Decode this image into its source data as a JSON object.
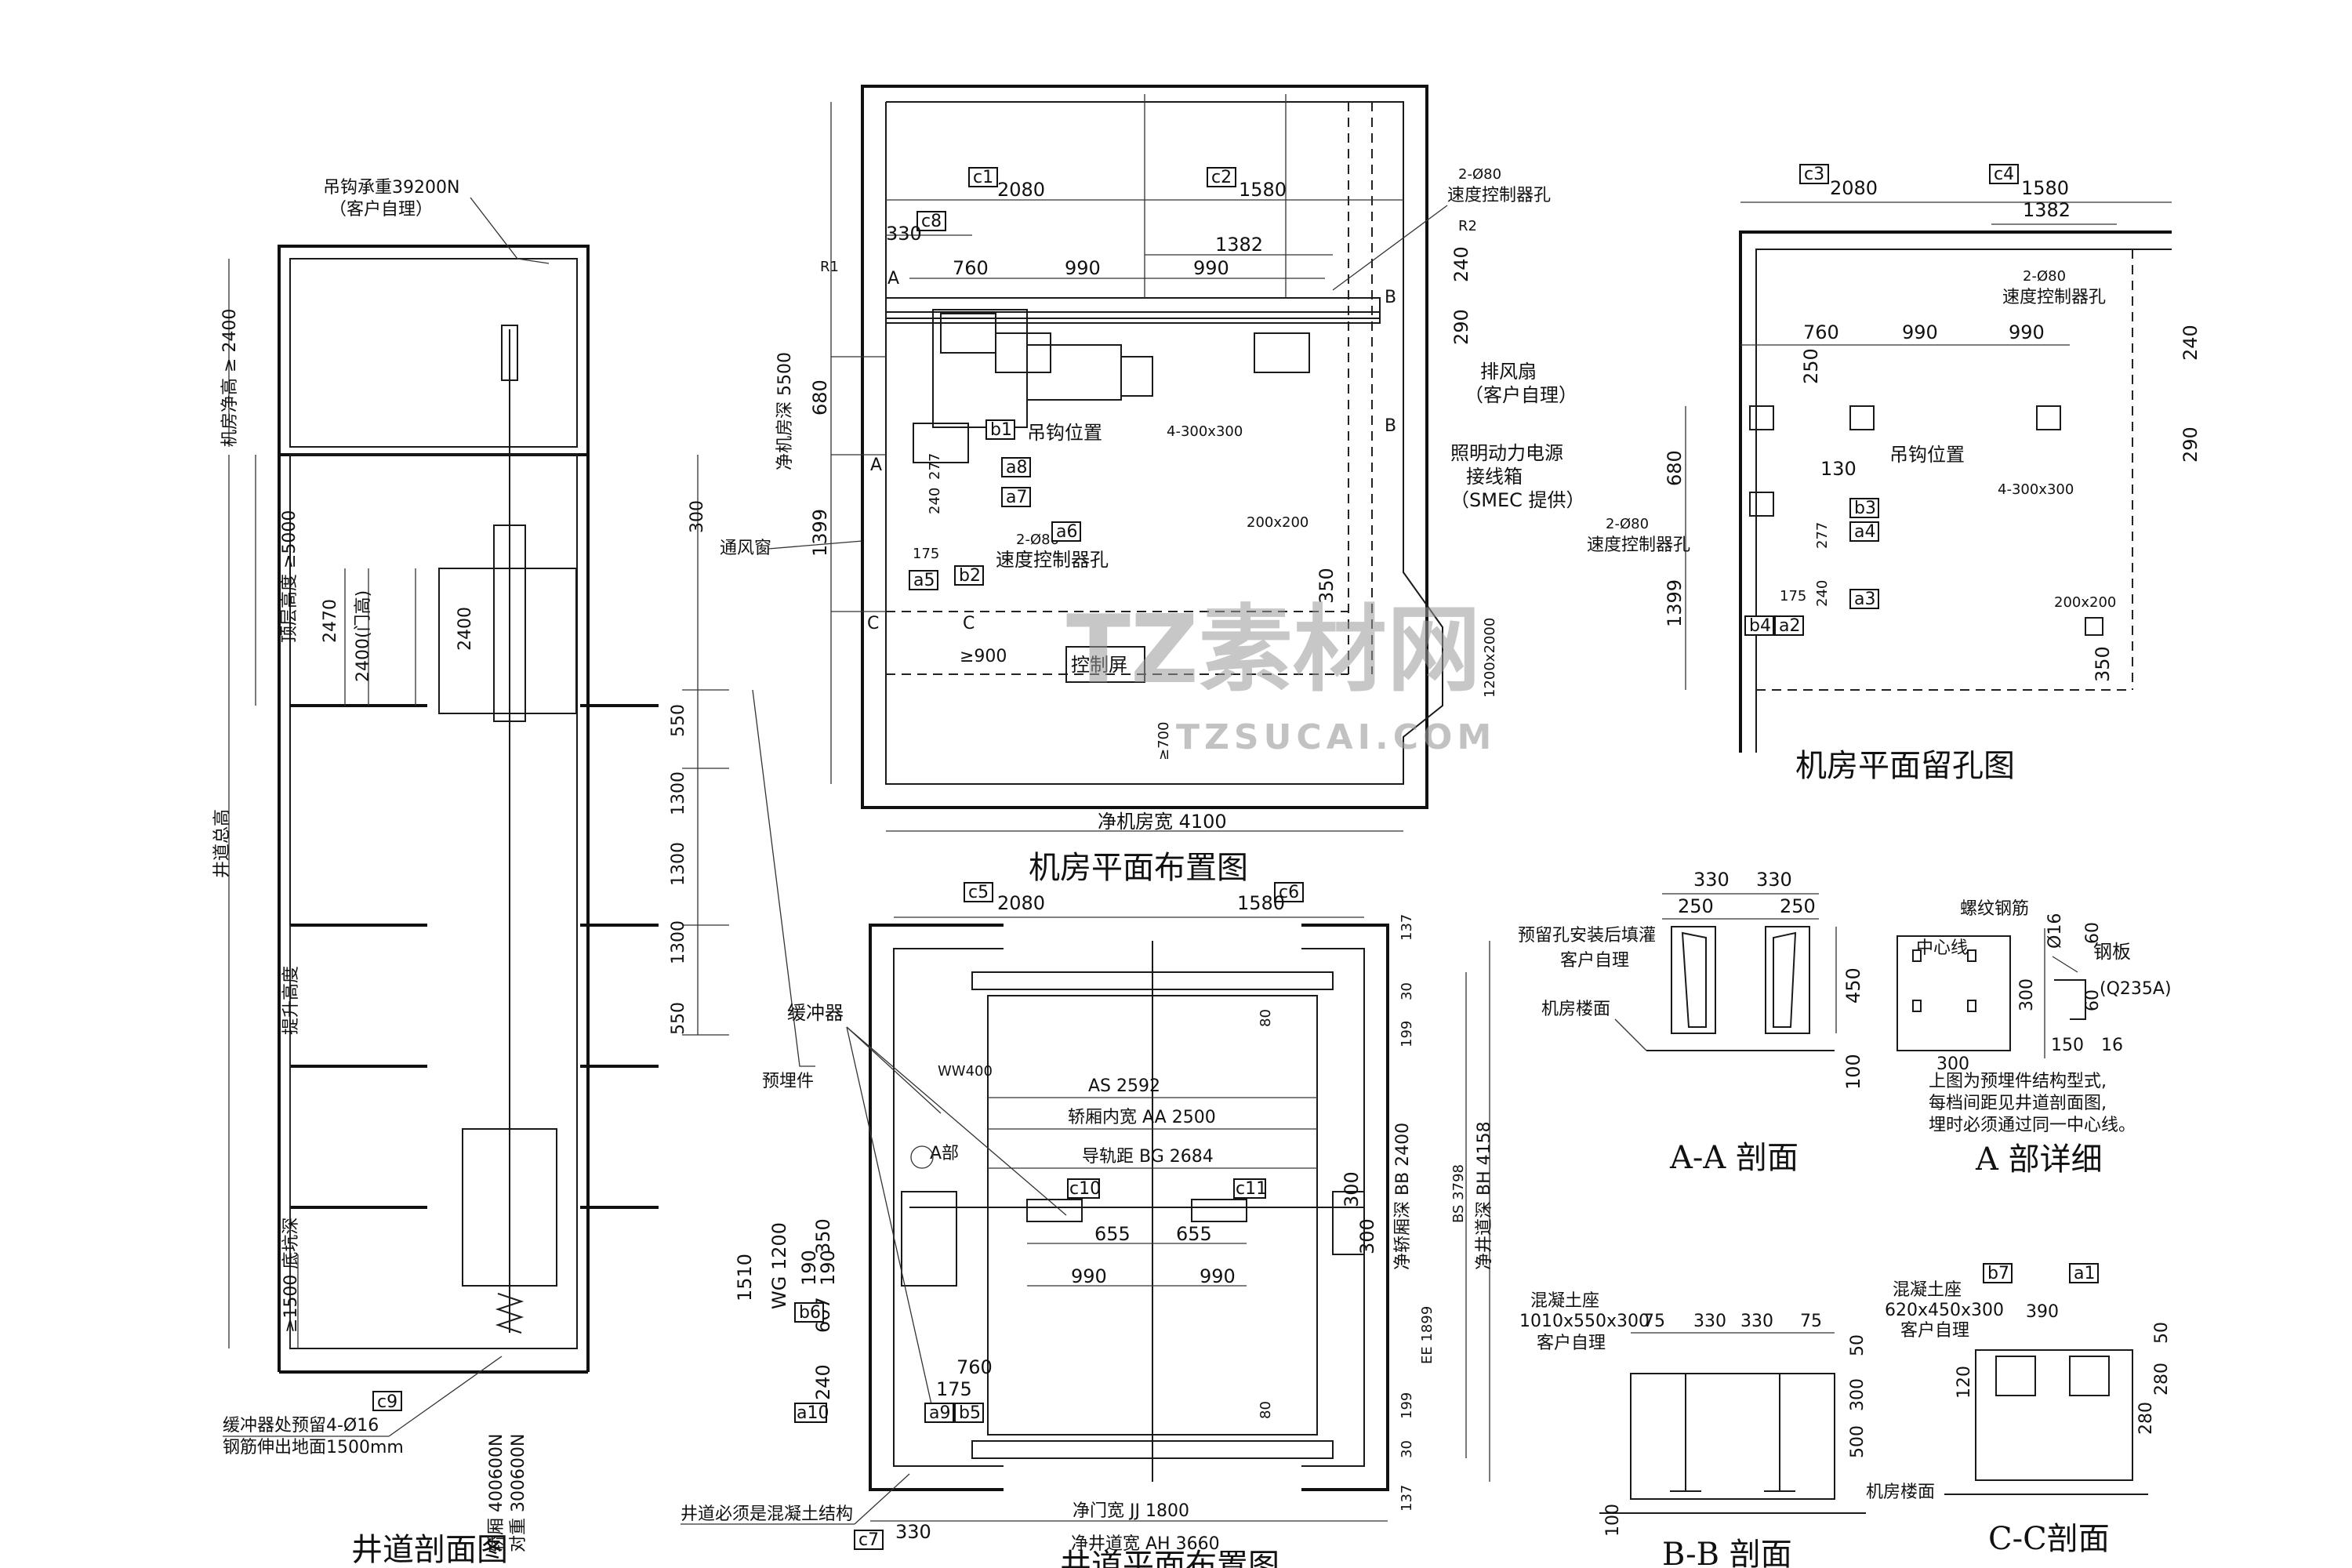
{
  "titles": {
    "shaft_section": "井道剖面图",
    "machine_room_layout": "机房平面布置图",
    "machine_room_holes": "机房平面留孔图",
    "shaft_plan": "井道平面布置图",
    "section_aa": "A-A 剖面",
    "detail_a": "A 部详细",
    "section_bb": "B-B 剖面",
    "section_cc": "C-C剖面"
  },
  "shaft_section": {
    "hook_load": "吊钩承重39200N",
    "hook_note": "（客户自理）",
    "mr_height": "机房净高 ≥ 2400",
    "top_height": "顶层高度 ≥5000",
    "door_2470": "2470",
    "door_height": "2400(门高)",
    "car_2400": "2400",
    "shaft_total": "井道总高",
    "travel": "提升高度",
    "pit_depth": "≥1500 底坑深",
    "buffer_note": "缓冲器处预留4-Ø16",
    "rebar_note": "钢筋伸出地面1500mm",
    "car_load": "轿厢 400600N",
    "cwt_load": "对重 300600N",
    "embed_label": "预埋件",
    "vent_label": "通风窗",
    "dim_300": "300",
    "dim_550a": "550",
    "dim_1300a": "1300",
    "dim_1300b": "1300",
    "dim_1300c": "1300",
    "dim_550b": "550"
  },
  "machine_room": {
    "c1": "c1",
    "c2": "c2",
    "c8": "c8",
    "dim_2080": "2080",
    "dim_1580": "1580",
    "dim_330": "330",
    "dim_760": "760",
    "dim_990a": "990",
    "dim_990b": "990",
    "dim_1382": "1382",
    "r1": "R1",
    "r2": "R2",
    "mark_a": "A",
    "mark_b": "B",
    "mark_c": "C",
    "depth": "净机房深 5500",
    "dim_680": "680",
    "dim_1399": "1399",
    "dim_240": "240",
    "dim_290": "290",
    "dim_350": "350",
    "dim_277": "277",
    "dim_175": "175",
    "speed_holes": "2-Ø80",
    "speed_gov": "速度控制器孔",
    "hook_pos": "吊钩位置",
    "hole_4": "4-300x300",
    "hole_200": "200x200",
    "fan": "排风扇",
    "fan_note": "（客户自理）",
    "power_box_1": "照明动力电源",
    "power_box_2": "接线箱",
    "power_box_3": "（SMEC 提供）",
    "control_panel": "控制屏",
    "ge900": "≥900",
    "ge700": "≥700",
    "dim_1200": "1200x2000",
    "width": "净机房宽 4100",
    "b1": "b1",
    "b2": "b2",
    "a5": "a5",
    "a6": "a6",
    "a7": "a7",
    "a8": "a8"
  },
  "hole_plan": {
    "c3": "c3",
    "c4": "c4",
    "dim_2080": "2080",
    "dim_1580": "1580",
    "dim_1382": "1382",
    "dim_760": "760",
    "dim_990a": "990",
    "dim_990b": "990",
    "dim_250": "250",
    "dim_130": "130",
    "dim_680": "680",
    "dim_1399": "1399",
    "dim_240": "240",
    "dim_290": "290",
    "dim_350": "350",
    "dim_277": "277",
    "dim_175": "175",
    "speed_holes": "2-Ø80",
    "speed_gov": "速度控制器孔",
    "hook_pos": "吊钩位置",
    "hole_4": "4-300x300",
    "hole_200": "200x200",
    "b3": "b3",
    "b4": "b4",
    "a2": "a2",
    "a3": "a3",
    "a4": "a4"
  },
  "shaft_plan": {
    "c5": "c5",
    "c6": "c6",
    "c7": "c7",
    "c9": "c9",
    "c10": "c10",
    "c11": "c11",
    "b5": "b5",
    "b6": "b6",
    "a9": "a9",
    "a10": "a10",
    "dim_2080": "2080",
    "dim_1580": "1580",
    "buffer": "缓冲器",
    "ww": "WW400",
    "a_part": "A部",
    "as": "AS 2592",
    "car_width": "轿厢内宽  AA  2500",
    "rail": "导轨距  BG  2684",
    "dim_655a": "655",
    "dim_655b": "655",
    "dim_990a": "990",
    "dim_990b": "990",
    "dim_1510": "1510",
    "wg": "WG 1200",
    "dim_350": "350",
    "dim_190a": "190",
    "dim_190b": "190",
    "dim_607": "607",
    "dim_240": "240",
    "dim_175": "175",
    "dim_760": "760",
    "dim_300a": "300",
    "dim_300b": "300",
    "car_depth": "净轿厢深  BB 2400",
    "ee": "EE 1899",
    "bs": "BS 3798",
    "shaft_depth": "净井道深  BH 4158",
    "dim_137a": "137",
    "dim_30a": "30",
    "dim_199a": "199",
    "dim_80a": "80",
    "dim_80b": "80",
    "dim_199b": "199",
    "dim_30b": "30",
    "dim_137b": "137",
    "concrete": "井道必须是混凝土结构",
    "door_width": "净门宽  JJ  1800",
    "shaft_width": "净井道宽  AH 3660",
    "dim_330": "330"
  },
  "section_aa": {
    "dim_330a": "330",
    "dim_330b": "330",
    "dim_250a": "250",
    "dim_250b": "250",
    "note1": "预留孔安装后填灌",
    "note2": "客户自理",
    "floor": "机房楼面",
    "dim_450": "450",
    "dim_100": "100"
  },
  "detail_a": {
    "rebar": "螺纹钢筋",
    "center": "中心线",
    "dia": "Ø16",
    "plate": "钢板",
    "q235": "(Q235A)",
    "dim_60a": "60",
    "dim_60b": "60",
    "dim_300a": "300",
    "dim_300b": "300",
    "dim_150": "150",
    "dim_16": "16",
    "note1": "上图为预埋件结构型式,",
    "note2": "每档间距见井道剖面图,",
    "note3": "埋时必须通过同一中心线。"
  },
  "section_bb": {
    "note1": "混凝土座",
    "note2": "1010x550x300",
    "note3": "客户自理",
    "dim_75a": "75",
    "dim_330a": "330",
    "dim_330b": "330",
    "dim_75b": "75",
    "dim_50": "50",
    "dim_300": "300",
    "dim_500": "500",
    "dim_100": "100"
  },
  "section_cc": {
    "note1": "混凝土座",
    "note2": "620x450x300",
    "note3": "客户自理",
    "b7": "b7",
    "a1": "a1",
    "dim_390": "390",
    "dim_50": "50",
    "dim_280a": "280",
    "dim_120": "120",
    "dim_280b": "280",
    "floor": "机房楼面"
  },
  "watermark": {
    "main": "TZ素材网",
    "sub": "TZSUCAI.COM"
  }
}
